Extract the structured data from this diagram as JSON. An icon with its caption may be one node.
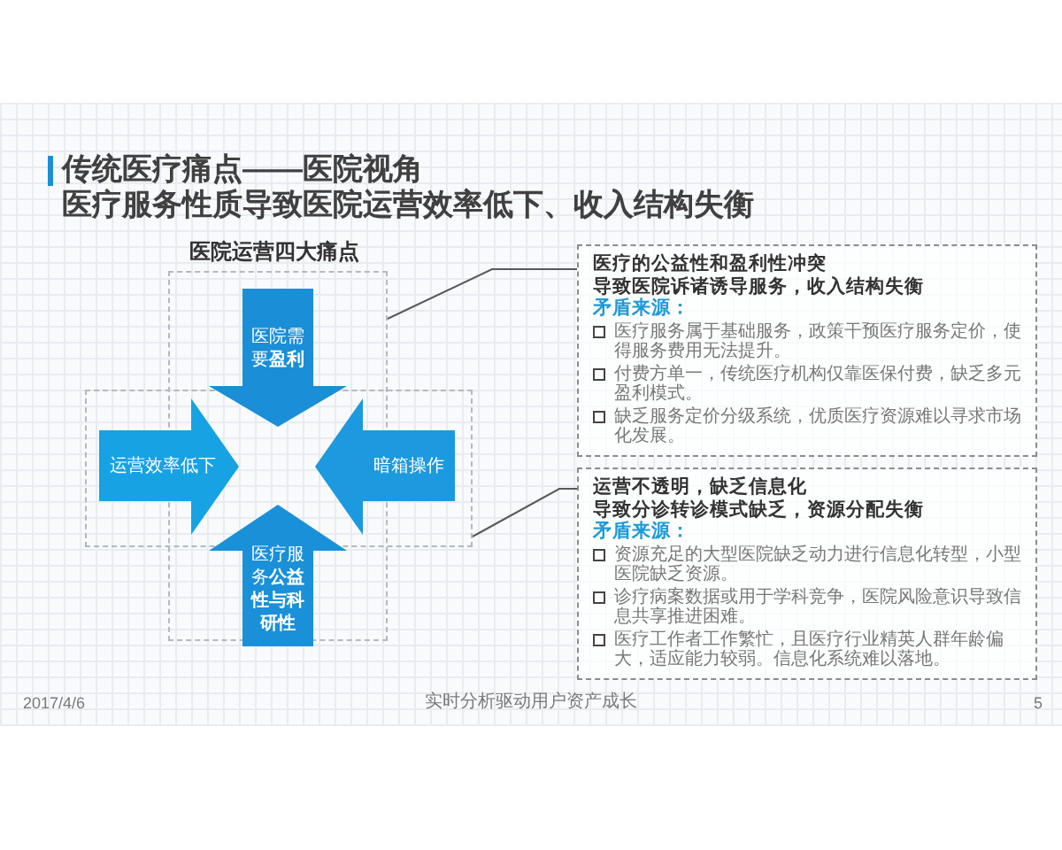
{
  "diagram": {
    "title": "传统医疗痛点——医院视角",
    "nodes": [
      {
        "text": [],
        "shape": "box"
      },
      {
        "text": [],
        "shape": "box"
      },
      {
        "text": [
          "医院需要**盈利**"
        ],
        "in": 0
      },
      {
        "text": [
          "运营效率低下"
        ],
        "in": 1
      },
      {
        "text": [
          "暗箱操作"
        ],
        "in": 1
      },
      {
        "text": [
          "医疗服务**公益性与科研性**"
        ],
        "in": 0
      },
      {
        "text": [
          "医疗的公益性和盈利性冲突",
          "导致医院诉诸诱导服务，收入结构失衡",
          "矛盾来源：",
          "医疗服务属于基础服务，政策干预医疗服务定价，使得服务费用无法提升。",
          "付费方单一，传统医疗机构仅靠医保付费，缺乏多元盈利模式。",
          "缺乏服务定价分级系统，优质医疗资源难以寻求市场化发展。"
        ]
      },
      {
        "text": [
          "运营不透明，缺乏信息化",
          "导致分诊转诊模式缺乏，资源分配失衡",
          "矛盾来源：",
          "资源充足的大型医院缺乏动力进行信息化转型，小型医院缺乏资源。",
          "诊疗病案数据或用于学科竞争，医院风险意识导致信息共享推进困难。",
          "医疗工作者工作繁忙，且医疗行业精英人群年龄偏大，适应能力较弱。信息化系统难以落地。"
        ]
      }
    ],
    "edges": [
      {
        "from": 0,
        "to": 6,
        "arrow": "none"
      },
      {
        "from": 1,
        "to": 7,
        "arrow": "none"
      }
    ],
    "labels": [
      "医疗服务性质导致医院运营效率低下、收入结构失衡",
      "医院运营四大痛点",
      "2017/4/6",
      "实时分析驱动用户资产成长",
      "5"
    ]
  }
}
